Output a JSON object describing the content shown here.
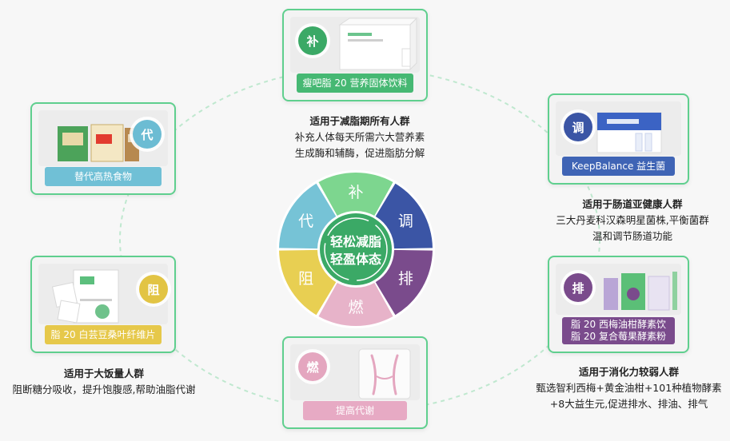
{
  "wheel": {
    "segments": [
      {
        "label": "补",
        "color": "#7dd68f"
      },
      {
        "label": "调",
        "color": "#3b55a5"
      },
      {
        "label": "排",
        "color": "#7a4b8c"
      },
      {
        "label": "燃",
        "color": "#e7b3c9"
      },
      {
        "label": "阻",
        "color": "#e8cf52"
      },
      {
        "label": "代",
        "color": "#76c3d6"
      }
    ],
    "center_line1": "轻松减脂",
    "center_line2": "轻盈体态",
    "center_color": "#3ba966"
  },
  "cards": {
    "bu": {
      "badge": "补",
      "badge_color": "#3ba966",
      "product": "瘦吧脂 20 营养固体饮料",
      "label_color": "#46b873",
      "title": "适用于减脂期所有人群",
      "line1": "补充人体每天所需六大营养素",
      "line2": "生成酶和辅酶，促进脂肪分解"
    },
    "tiao": {
      "badge": "调",
      "badge_color": "#3b55a5",
      "product": "KeepBalance 益生菌",
      "label_color": "#3f64b5",
      "title": "适用于肠道亚健康人群",
      "line1": "三大丹麦科汉森明星菌株,平衡菌群",
      "line2": "温和调节肠道功能"
    },
    "pai": {
      "badge": "排",
      "badge_color": "#7a4b8c",
      "product_line1": "脂 20 西梅油柑酵素饮",
      "product_line2": "脂 20 复合莓果酵素粉",
      "label_color": "#7a4b8c",
      "title": "适用于消化力较弱人群",
      "line1": "甄选智利西梅+黄金油柑+101种植物酵素",
      "line2": "+8大益生元,促进排水、排油、排气"
    },
    "ran": {
      "badge": "燃",
      "badge_color": "#e4a6bf",
      "product": "提高代谢",
      "label_color": "#e7aac4"
    },
    "zu": {
      "badge": "阻",
      "badge_color": "#e2c444",
      "product": "脂 20 白芸豆桑叶纤维片",
      "label_color": "#e6c84a",
      "title": "适用于大饭量人群",
      "line1": "阻断糖分吸收，提升饱腹感,帮助油脂代谢"
    },
    "dai": {
      "badge": "代",
      "badge_color": "#6cbcd3",
      "product": "替代高热食物",
      "label_color": "#70c0d6"
    }
  }
}
